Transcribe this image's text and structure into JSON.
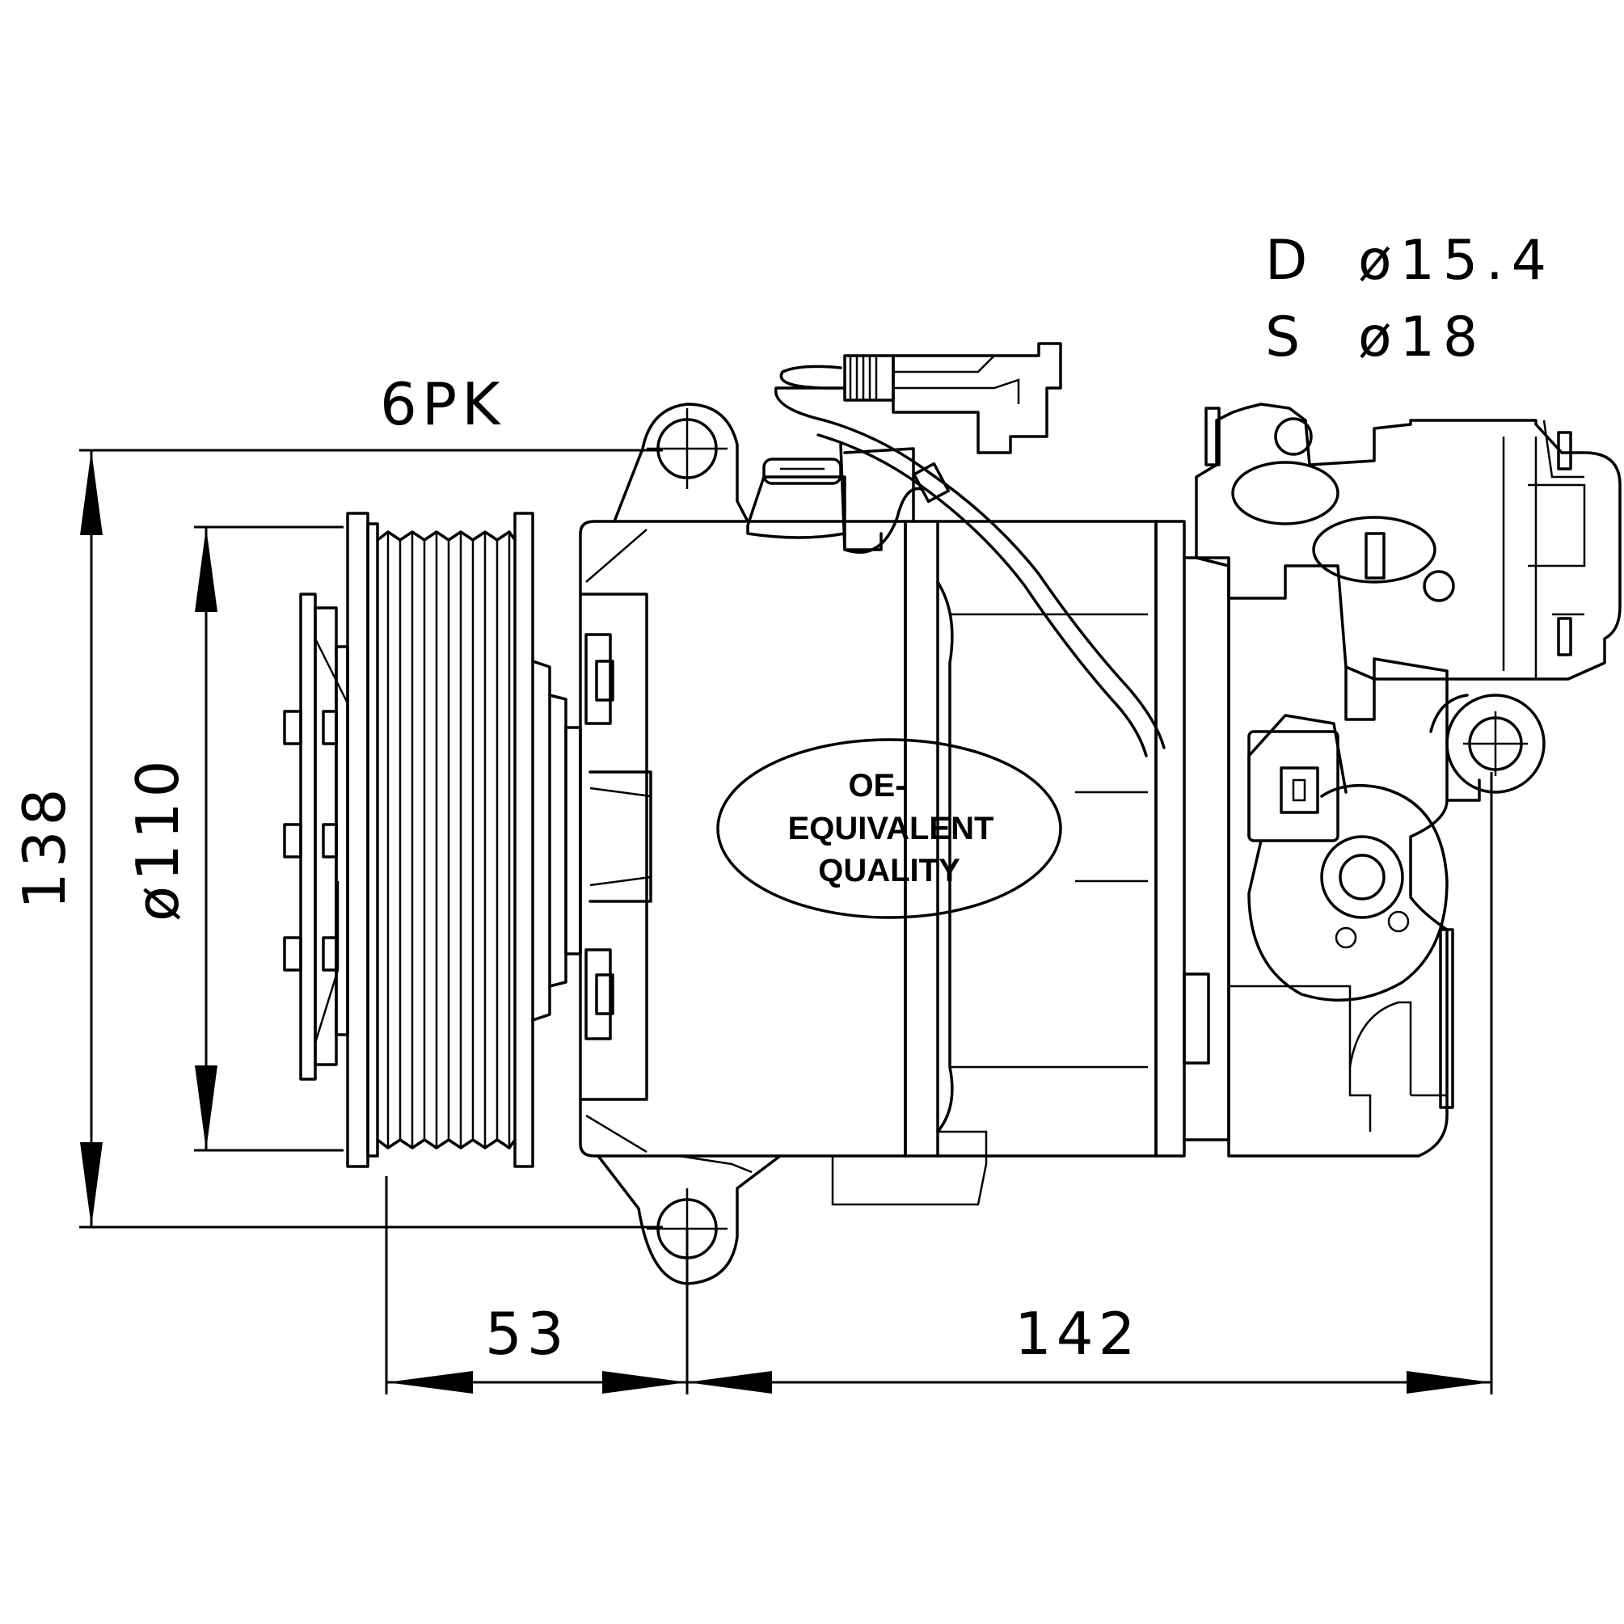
{
  "ports": {
    "discharge": {
      "code": "D",
      "size": "ø15.4"
    },
    "suction": {
      "code": "S",
      "size": "ø18"
    }
  },
  "belt_profile": "6PK",
  "dimensions": {
    "height": "138",
    "pulley_diameter": "ø110",
    "pulley_to_mount": "53",
    "mount_spacing": "142"
  },
  "badge": {
    "line1": "OE-",
    "line2": "EQUIVALENT",
    "line3": "QUALITY"
  }
}
